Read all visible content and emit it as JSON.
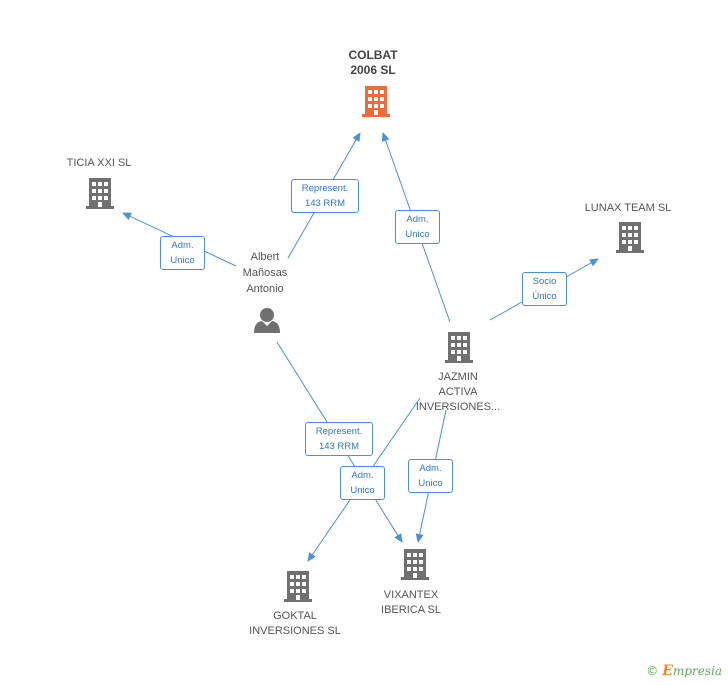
{
  "colors": {
    "main_node": "#f26a3a",
    "node": "#707070",
    "edge": "#4a8fe0",
    "label": "#2f78d4"
  },
  "nodes": {
    "colbat": {
      "label": "COLBAT\n2006 SL",
      "icon": "building-icon"
    },
    "ticia": {
      "label": "TICIA XXI SL",
      "icon": "building-icon"
    },
    "lunax": {
      "label": "LUNAX TEAM SL",
      "icon": "building-icon"
    },
    "albert": {
      "label": "Albert\nMañosas\nAntonio",
      "icon": "person-icon"
    },
    "jazmin": {
      "label": "JAZMIN\nACTIVA\nINVERSIONES...",
      "icon": "building-icon"
    },
    "goktal": {
      "label": "GOKTAL\nINVERSIONES SL",
      "icon": "building-icon"
    },
    "vixantex": {
      "label": "VIXANTEX\nIBERICA SL",
      "icon": "building-icon"
    }
  },
  "relations": {
    "albert_colbat": "Represent.\n143 RRM",
    "albert_ticia": "Adm.\nUnico",
    "jazmin_colbat": "Adm.\nUnico",
    "jazmin_lunax": "Socio\nÚnico",
    "albert_vixantex": "Represent.\n143 RRM",
    "jazmin_goktal": "Adm.\nUnico",
    "jazmin_vixantex": "Adm.\nUnico"
  },
  "footer": {
    "copyright": "©",
    "brand_e": "E",
    "brand_rest": "mpresia"
  }
}
